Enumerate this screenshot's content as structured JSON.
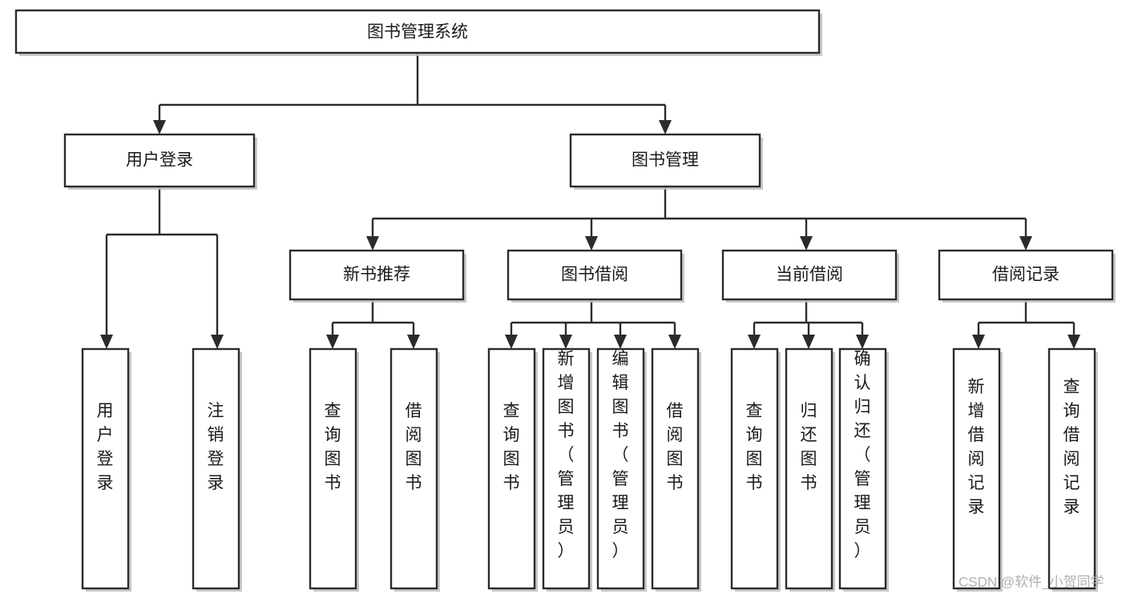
{
  "diagram": {
    "title": "图书管理系统",
    "type": "tree-hierarchy",
    "watermark": "CSDN @软件_小贺同学",
    "colors": {
      "stroke": "#2b2b2b",
      "fill": "#ffffff",
      "shadow": "#bfbfbf",
      "text": "#1a1a1a",
      "watermark": "#b0b0b0"
    },
    "levels": {
      "root": {
        "label": "图书管理系统"
      },
      "level2": [
        {
          "id": "user-login",
          "label": "用户登录"
        },
        {
          "id": "book-management",
          "label": "图书管理"
        }
      ],
      "level3": [
        {
          "id": "new-book-recommend",
          "label": "新书推荐",
          "parent": "book-management"
        },
        {
          "id": "book-borrow",
          "label": "图书借阅",
          "parent": "book-management"
        },
        {
          "id": "current-borrow",
          "label": "当前借阅",
          "parent": "book-management"
        },
        {
          "id": "borrow-record",
          "label": "借阅记录",
          "parent": "book-management"
        }
      ],
      "leaves": [
        {
          "id": "leaf-user-login",
          "label": "用户登录",
          "parent": "user-login"
        },
        {
          "id": "leaf-logout",
          "label": "注销登录",
          "parent": "user-login"
        },
        {
          "id": "leaf-query-book-1",
          "label": "查询图书",
          "parent": "new-book-recommend"
        },
        {
          "id": "leaf-borrow-book-1",
          "label": "借阅图书",
          "parent": "new-book-recommend"
        },
        {
          "id": "leaf-query-book-2",
          "label": "查询图书",
          "parent": "book-borrow"
        },
        {
          "id": "leaf-add-book",
          "label": "新增图书（管理员）",
          "parent": "book-borrow"
        },
        {
          "id": "leaf-edit-book",
          "label": "编辑图书（管理员）",
          "parent": "book-borrow"
        },
        {
          "id": "leaf-borrow-book-2",
          "label": "借阅图书",
          "parent": "book-borrow"
        },
        {
          "id": "leaf-query-book-3",
          "label": "查询图书",
          "parent": "current-borrow"
        },
        {
          "id": "leaf-return-book",
          "label": "归还图书",
          "parent": "current-borrow"
        },
        {
          "id": "leaf-confirm-return",
          "label": "确认归还（管理员）",
          "parent": "current-borrow"
        },
        {
          "id": "leaf-add-record",
          "label": "新增借阅记录",
          "parent": "borrow-record"
        },
        {
          "id": "leaf-query-record",
          "label": "查询借阅记录",
          "parent": "borrow-record"
        }
      ]
    }
  }
}
